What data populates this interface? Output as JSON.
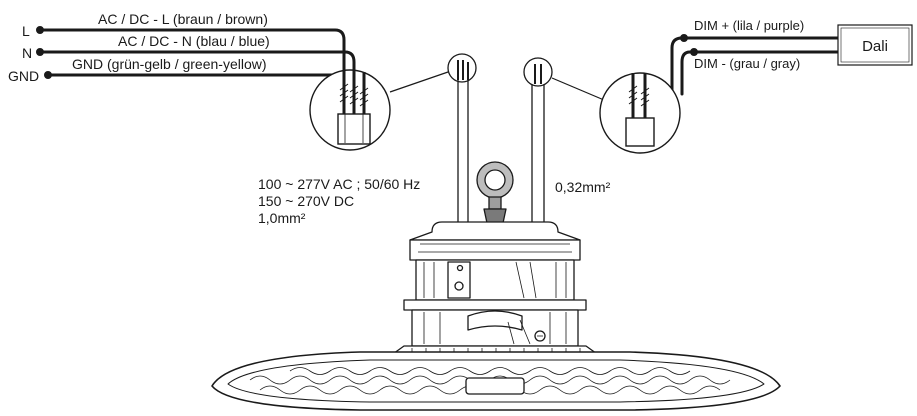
{
  "diagram": {
    "wires_left": [
      {
        "terminal": "L",
        "label": "AC / DC - L (braun / brown)"
      },
      {
        "terminal": "N",
        "label": "AC / DC - N (blau / blue)"
      },
      {
        "terminal": "GND",
        "label": "GND (grün-gelb / green-yellow)"
      }
    ],
    "wires_right": [
      {
        "label": "DIM + (lila / purple)"
      },
      {
        "label": "DIM - (grau / gray)"
      }
    ],
    "dali_box": {
      "label": "Dali"
    },
    "specs_power": {
      "line1": "100 ~ 277V AC ; 50/60 Hz",
      "line2": "150 ~ 270V DC",
      "line3": "1,0mm²"
    },
    "specs_dim": {
      "line1": "0,32mm²"
    }
  }
}
